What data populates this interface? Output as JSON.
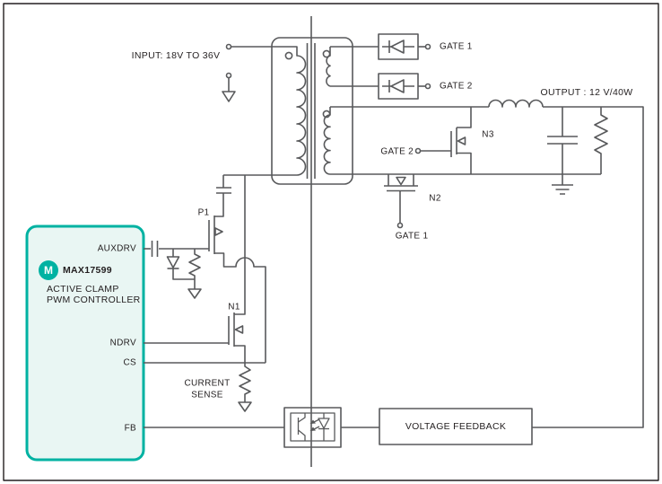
{
  "ic": {
    "logo_letter": "M",
    "part_number": "MAX17599",
    "description_line1": "ACTIVE CLAMP",
    "description_line2": "PWM CONTROLLER",
    "pins": {
      "auxdrv": "AUXDRV",
      "ndrv": "NDRV",
      "cs": "CS",
      "fb": "FB"
    }
  },
  "labels": {
    "input": "INPUT: 18V TO 36V",
    "output": "OUTPUT : 12 V/40W",
    "gate1_top": "GATE 1",
    "gate2_top": "GATE 2",
    "gate2_sync": "GATE 2",
    "gate1_sync": "GATE 1",
    "p1": "P1",
    "n1": "N1",
    "n2": "N2",
    "n3": "N3",
    "current_sense_line1": "CURRENT",
    "current_sense_line2": "SENSE",
    "voltage_feedback": "VOLTAGE FEEDBACK"
  },
  "colors": {
    "accent_teal": "#00b2a2",
    "ic_fill": "#e9f6f3",
    "wire": "#58595b",
    "text": "#231f20"
  }
}
